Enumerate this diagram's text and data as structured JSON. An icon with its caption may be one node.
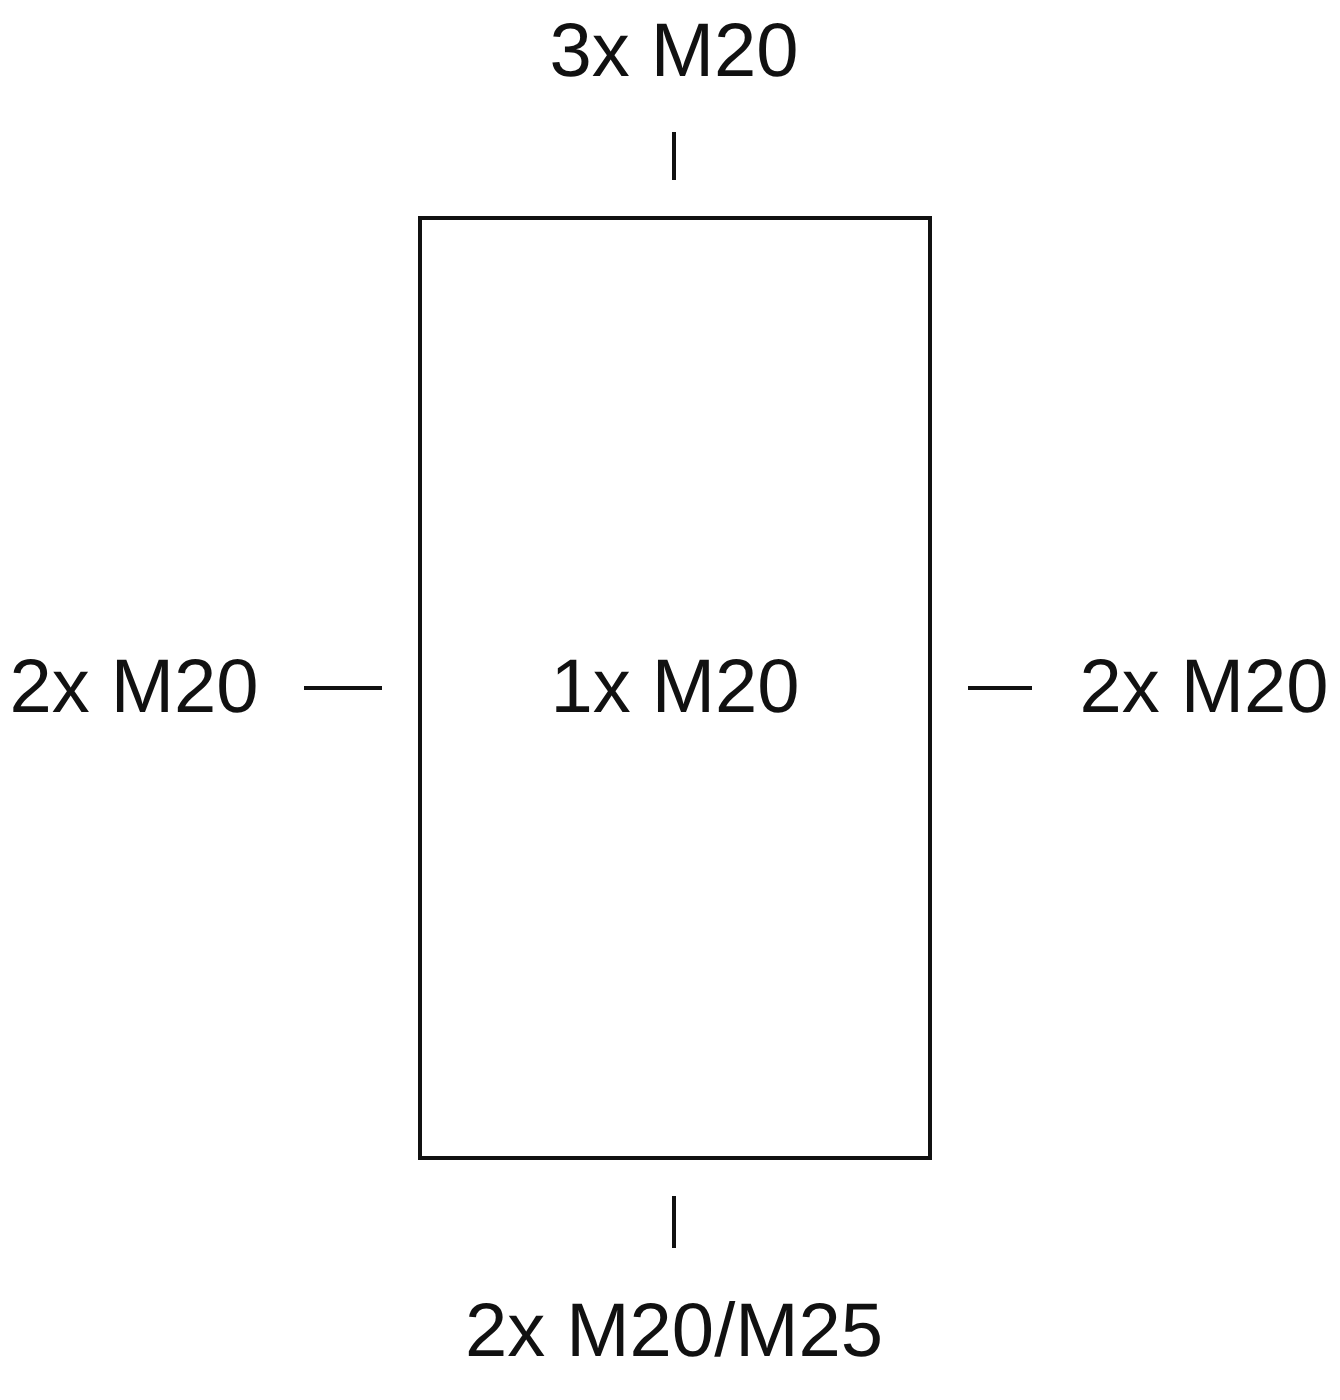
{
  "diagram": {
    "nodes": [
      {
        "text": [
          "1x M20"
        ]
      },
      {
        "text": [
          "3x M20"
        ]
      },
      {
        "text": [
          "2x M20"
        ]
      },
      {
        "text": [
          "2x M20"
        ]
      },
      {
        "text": [
          "2x M20/M25"
        ]
      }
    ],
    "edges": [
      {
        "from": 1,
        "to": 0,
        "arrow": "none"
      },
      {
        "from": 2,
        "to": 0,
        "arrow": "none"
      },
      {
        "from": 3,
        "to": 0,
        "arrow": "none"
      },
      {
        "from": 4,
        "to": 0,
        "arrow": "none"
      }
    ]
  }
}
